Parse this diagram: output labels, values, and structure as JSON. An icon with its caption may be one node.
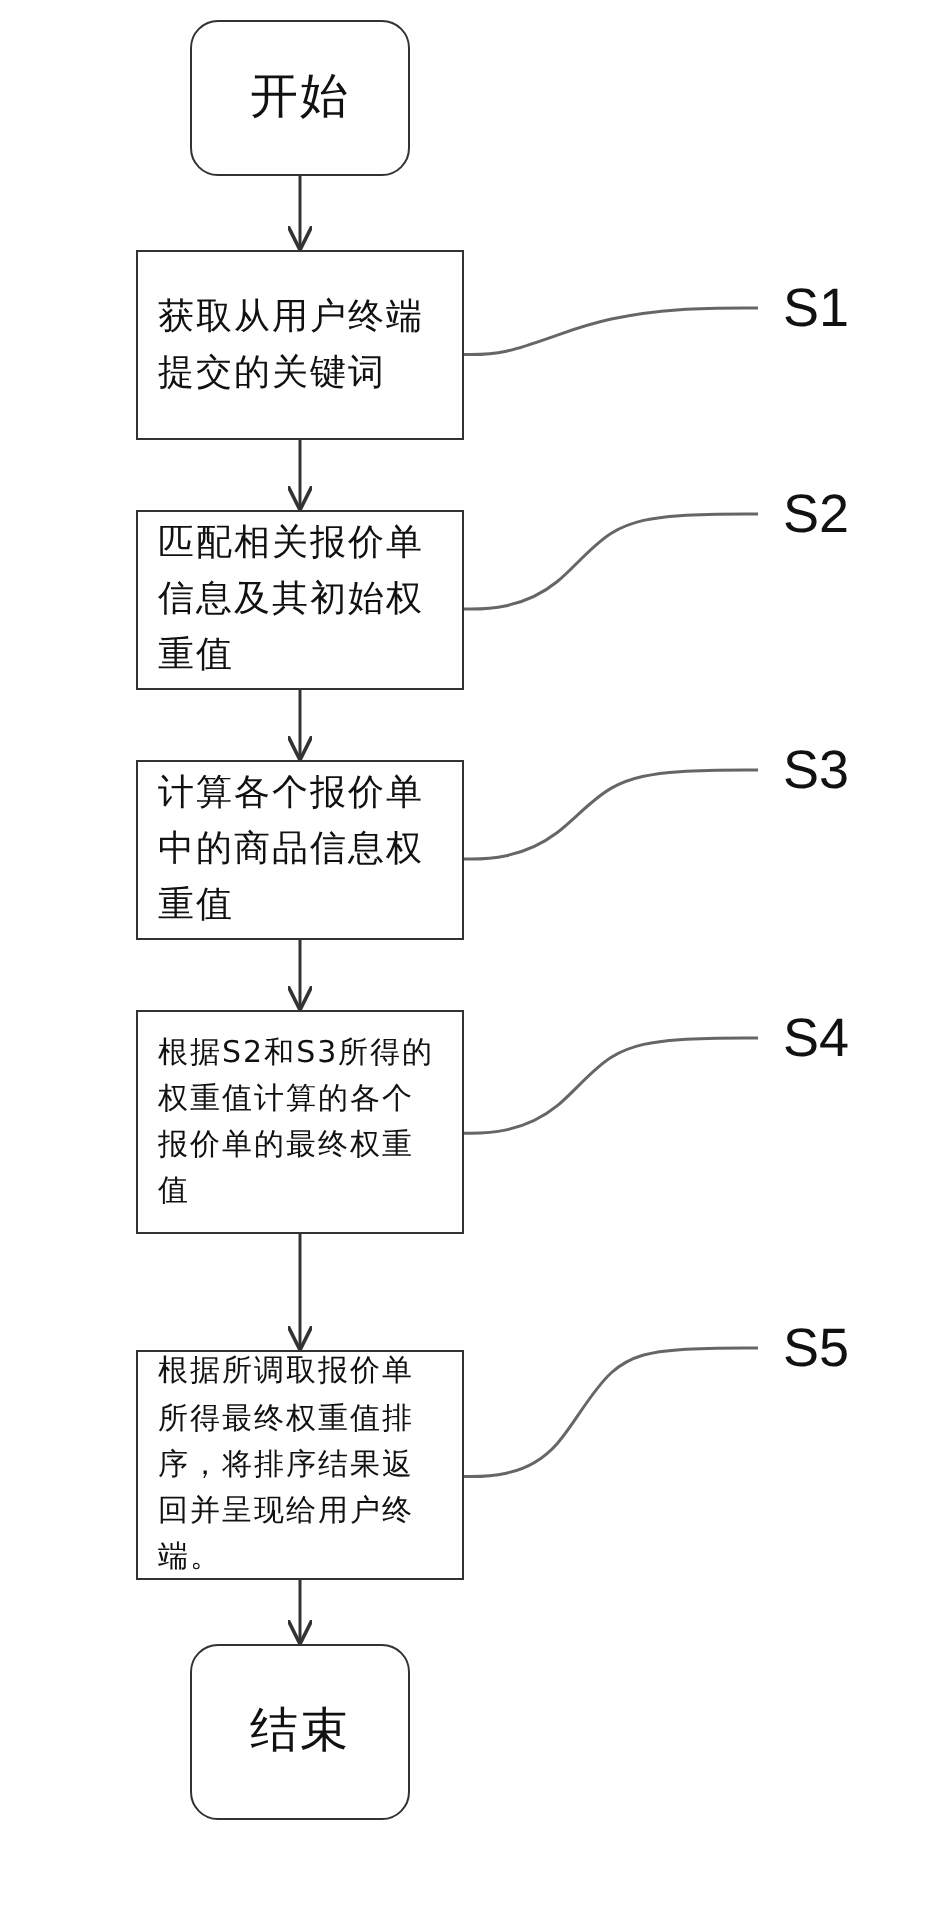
{
  "diagram": {
    "nodes": [
      {
        "text": [
          "开始"
        ]
      },
      {
        "text": [
          "获取从用户终端提交的关键词"
        ]
      },
      {
        "text": [
          "匹配相关报价单信息及其初始权重值"
        ]
      },
      {
        "text": [
          "计算各个报价单中的商品信息权重值"
        ]
      },
      {
        "text": [
          "根据S2和S3所得的权重值计算的各个报价单的最终权重值"
        ]
      },
      {
        "text": [
          "根据所调取报价单所得最终权重值排序，将排序结果返回并呈现给用户终端。"
        ]
      },
      {
        "text": [
          "结束"
        ]
      },
      {
        "text": [
          "S1"
        ]
      },
      {
        "text": [
          "S2"
        ]
      },
      {
        "text": [
          "S3"
        ]
      },
      {
        "text": [
          "S4"
        ]
      },
      {
        "text": [
          "S5"
        ]
      }
    ],
    "edges": [
      {
        "from": 0,
        "to": 1,
        "arrow": "to"
      },
      {
        "from": 1,
        "to": 2,
        "arrow": "to"
      },
      {
        "from": 2,
        "to": 3,
        "arrow": "to"
      },
      {
        "from": 3,
        "to": 4,
        "arrow": "to"
      },
      {
        "from": 4,
        "to": 5,
        "arrow": "to"
      },
      {
        "from": 5,
        "to": 6,
        "arrow": "to"
      },
      {
        "from": 7,
        "to": 1,
        "arrow": "none"
      },
      {
        "from": 8,
        "to": 2,
        "arrow": "none"
      },
      {
        "from": 9,
        "to": 3,
        "arrow": "none"
      },
      {
        "from": 10,
        "to": 4,
        "arrow": "none"
      },
      {
        "from": 11,
        "to": 5,
        "arrow": "none"
      }
    ]
  }
}
